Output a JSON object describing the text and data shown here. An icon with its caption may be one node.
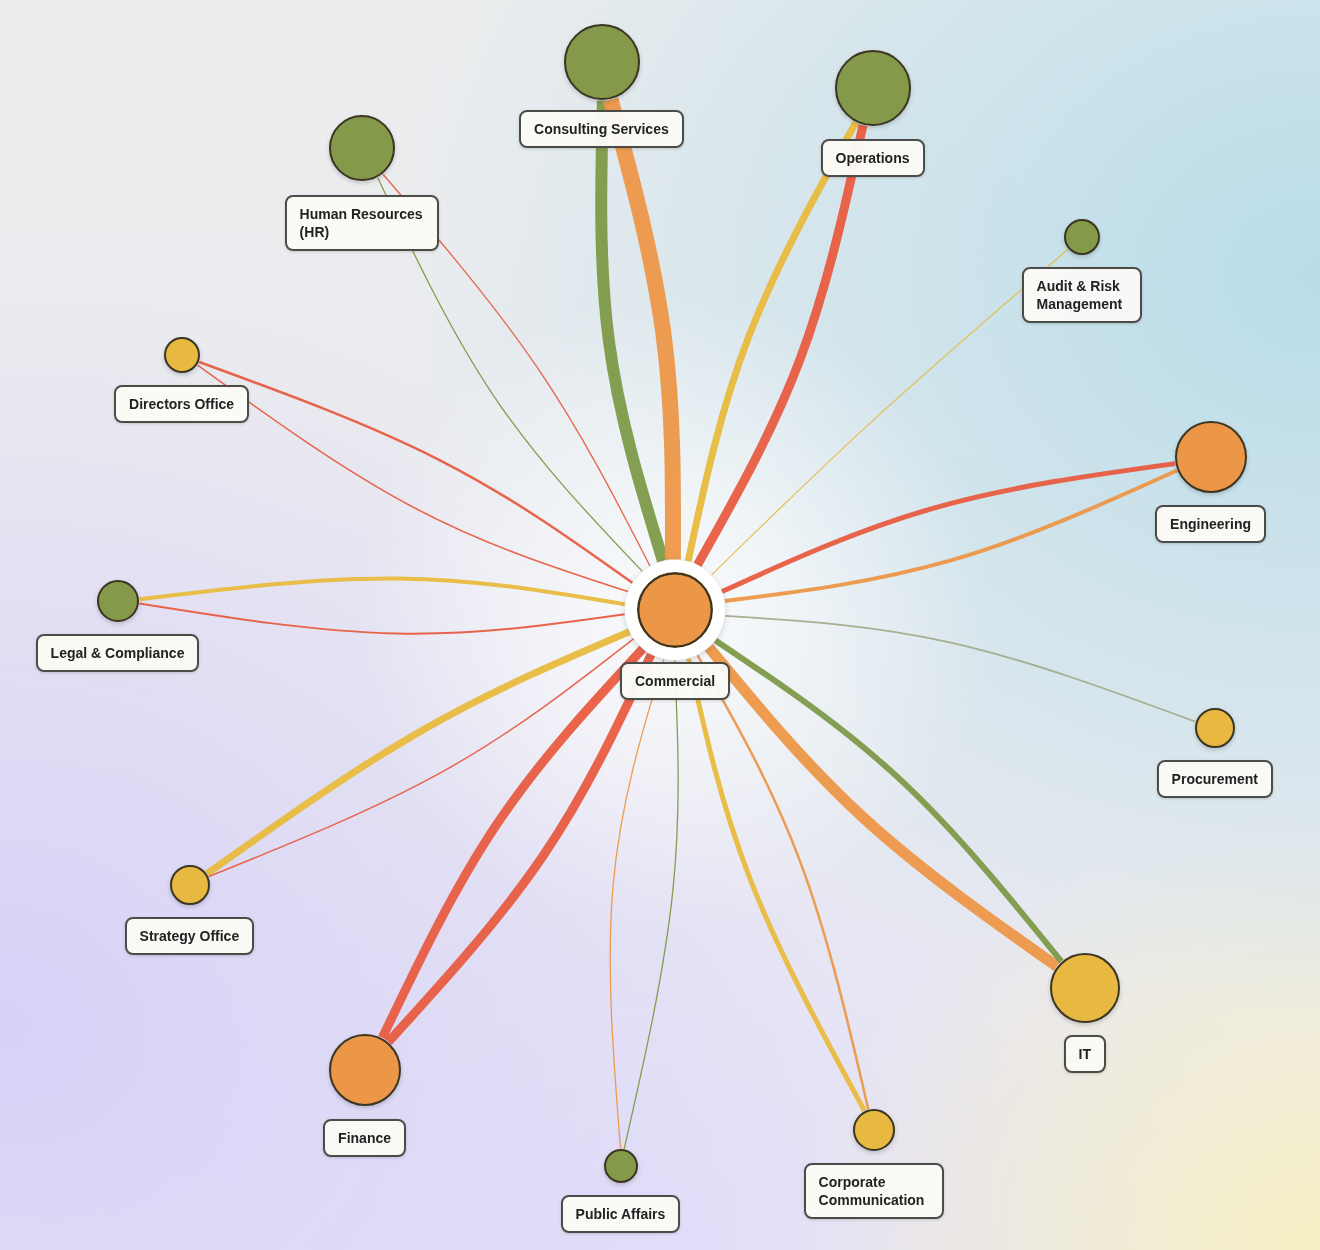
{
  "diagram": {
    "nodes": [
      {
        "text": [
          "Commercial"
        ]
      },
      {
        "text": [
          "Consulting Services"
        ]
      },
      {
        "text": [
          "Operations"
        ]
      },
      {
        "text": [
          "Audit & Risk Management"
        ]
      },
      {
        "text": [
          "Engineering"
        ]
      },
      {
        "text": [
          "Procurement"
        ]
      },
      {
        "text": [
          "IT"
        ]
      },
      {
        "text": [
          "Corporate Communication"
        ]
      },
      {
        "text": [
          "Public Affairs"
        ]
      },
      {
        "text": [
          "Finance"
        ]
      },
      {
        "text": [
          "Strategy Office"
        ]
      },
      {
        "text": [
          "Legal & Compliance"
        ]
      },
      {
        "text": [
          "Directors Office"
        ]
      },
      {
        "text": [
          "Human Resources (HR)"
        ]
      }
    ],
    "edges": [
      {
        "from": 0,
        "to": 1,
        "arrow": "none",
        "style": "thick",
        "color": "#7d9a48"
      },
      {
        "from": 0,
        "to": 1,
        "arrow": "none",
        "style": "thick",
        "color": "#ec9748"
      },
      {
        "from": 0,
        "to": 2,
        "arrow": "none",
        "color": "#e8bb3e"
      },
      {
        "from": 0,
        "to": 2,
        "arrow": "none",
        "style": "thick"
      },
      {
        "from": 0,
        "to": 3,
        "arrow": "none",
        "color": "#e8bb3e"
      },
      {
        "from": 0,
        "to": 4,
        "arrow": "none"
      },
      {
        "from": 0,
        "to": 4,
        "arrow": "none",
        "color": "#ec9748"
      },
      {
        "from": 0,
        "to": 5,
        "arrow": "none",
        "color": "#a3ab8c"
      },
      {
        "from": 0,
        "to": 6,
        "arrow": "none",
        "style": "thick",
        "color": "#ec9748"
      },
      {
        "from": 0,
        "to": 6,
        "arrow": "none",
        "color": "#7d9a48"
      },
      {
        "from": 0,
        "to": 7,
        "arrow": "none",
        "color": "#e8bb3e"
      },
      {
        "from": 0,
        "to": 7,
        "arrow": "none",
        "color": "#ec9748"
      },
      {
        "from": 0,
        "to": 8,
        "arrow": "none",
        "color": "#ec9748"
      },
      {
        "from": 0,
        "to": 8,
        "arrow": "none",
        "color": "#7d9a48"
      },
      {
        "from": 0,
        "to": 9,
        "arrow": "none",
        "style": "thick"
      },
      {
        "from": 0,
        "to": 9,
        "arrow": "none",
        "style": "thick"
      },
      {
        "from": 0,
        "to": 10,
        "arrow": "none",
        "color": "#e8bb3e"
      },
      {
        "from": 0,
        "to": 10,
        "arrow": "none"
      },
      {
        "from": 0,
        "to": 11,
        "arrow": "none",
        "color": "#e8bb3e"
      },
      {
        "from": 0,
        "to": 11,
        "arrow": "none"
      },
      {
        "from": 0,
        "to": 12,
        "arrow": "none"
      },
      {
        "from": 0,
        "to": 12,
        "arrow": "none"
      },
      {
        "from": 0,
        "to": 13,
        "arrow": "none",
        "color": "#7d9a48"
      },
      {
        "from": 0,
        "to": 13,
        "arrow": "none"
      }
    ]
  }
}
